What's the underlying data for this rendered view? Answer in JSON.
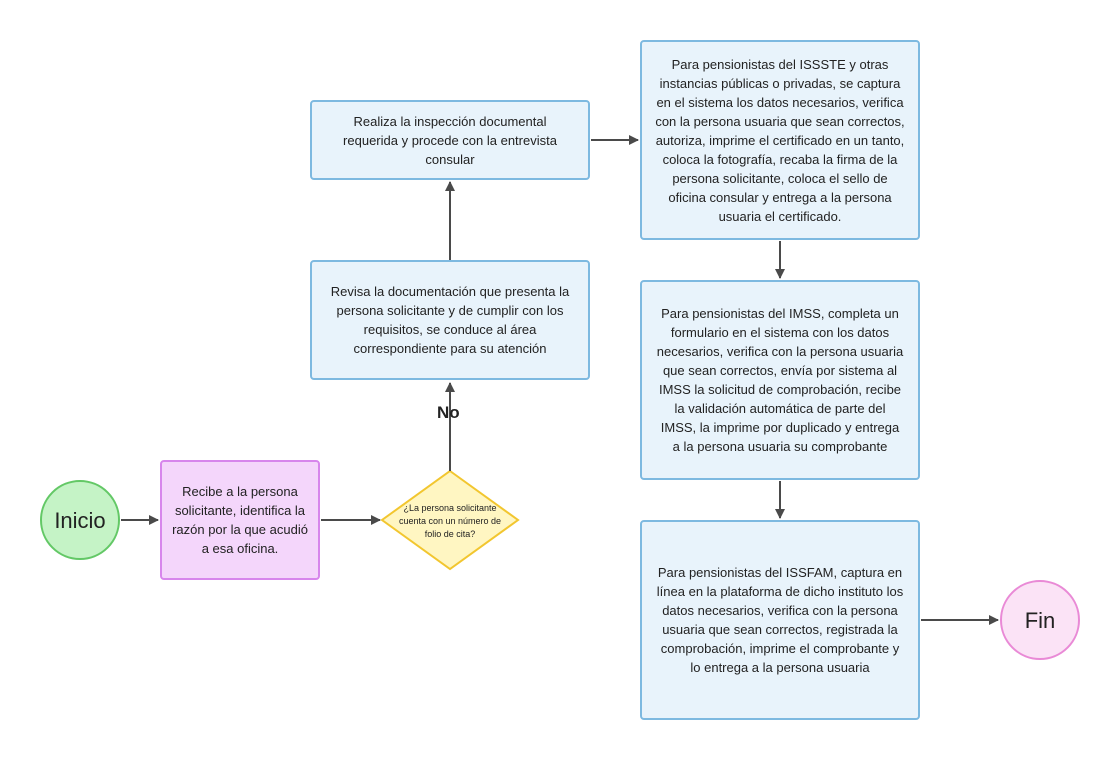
{
  "nodes": {
    "start": "Inicio",
    "receive": "Recibe a la persona solicitante, identifica la razón por la que acudió a esa oficina.",
    "decision": "¿La persona solicitante cuenta con un número de folio de cita?",
    "review": "Revisa la documentación que presenta la persona solicitante y de cumplir con los requisitos, se conduce al área correspondiente para su atención",
    "inspect": "Realiza la inspección documental requerida y procede con la entrevista consular",
    "issste": "Para pensionistas del ISSSTE y otras instancias públicas o privadas, se captura en el sistema los datos necesarios, verifica con la persona usuaria que sean correctos, autoriza, imprime el certificado en un tanto, coloca la fotografía, recaba la firma de la persona solicitante, coloca el sello de oficina consular y entrega a la persona usuaria el certificado.",
    "imss": "Para pensionistas del IMSS, completa un formulario en el sistema con los datos necesarios, verifica con la persona usuaria que sean correctos, envía por sistema al IMSS la solicitud de comprobación, recibe la validación automática de parte del IMSS, la imprime por duplicado y entrega a la persona usuaria su comprobante",
    "issfam": "Para pensionistas del ISSFAM, captura en línea en la plataforma de dicho instituto los datos necesarios, verifica con la persona usuaria que sean correctos, registrada la comprobación, imprime el comprobante y lo entrega a la persona usuaria",
    "end": "Fin"
  },
  "edge_labels": {
    "no": "No"
  },
  "colors": {
    "box_fill": "#e8f3fb",
    "box_border": "#7db9e0",
    "pink_fill": "#f4d6fb",
    "pink_border": "#d786ec",
    "diamond_fill": "#fff6c2",
    "diamond_border": "#f2c62f",
    "start_fill": "#c5f3c6",
    "start_border": "#63c866",
    "end_fill": "#fbe3f6",
    "end_border": "#e98ad6",
    "arrow": "#4a4a4a"
  }
}
